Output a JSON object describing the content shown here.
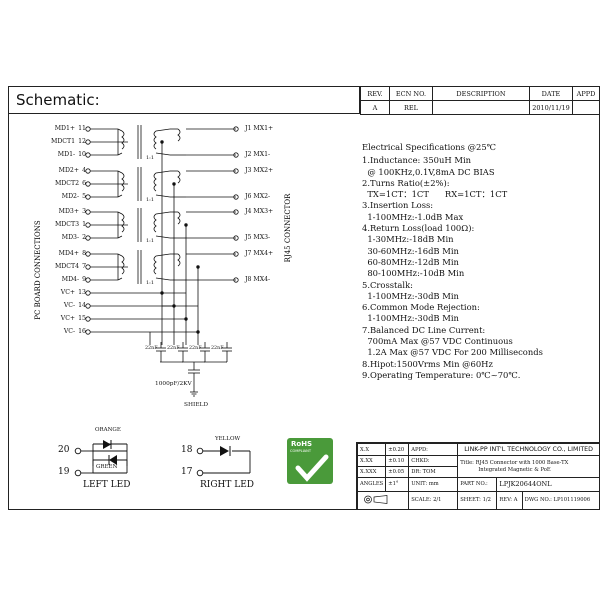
{
  "title": "Schematic:",
  "revision_table": {
    "headers": [
      "REV.",
      "ECN NO.",
      "DESCRIPTION",
      "DATE",
      "APPD"
    ],
    "row": [
      "A",
      "REL",
      "",
      "2010/11/19",
      ""
    ]
  },
  "left_pins": [
    {
      "name": "MD1+",
      "num": "11"
    },
    {
      "name": "MDCT1",
      "num": "12"
    },
    {
      "name": "MD1-",
      "num": "10"
    },
    {
      "name": "MD2+",
      "num": "4"
    },
    {
      "name": "MDCT2",
      "num": "6"
    },
    {
      "name": "MD2-",
      "num": "5"
    },
    {
      "name": "MD3+",
      "num": "3"
    },
    {
      "name": "MDCT3",
      "num": "1"
    },
    {
      "name": "MD3-",
      "num": "2"
    },
    {
      "name": "MD4+",
      "num": "8"
    },
    {
      "name": "MDCT4",
      "num": "7"
    },
    {
      "name": "MD4-",
      "num": "9"
    },
    {
      "name": "VC+",
      "num": "13"
    },
    {
      "name": "VC-",
      "num": "14"
    },
    {
      "name": "VC+",
      "num": "15"
    },
    {
      "name": "VC-",
      "num": "16"
    }
  ],
  "right_pins": [
    {
      "label": "J1  MX1+"
    },
    {
      "label": "J2  MX1-"
    },
    {
      "label": "J3  MX2+"
    },
    {
      "label": "J6  MX2-"
    },
    {
      "label": "J4  MX3+"
    },
    {
      "label": "J5  MX3-"
    },
    {
      "label": "J7  MX4+"
    },
    {
      "label": "J8  MX4-"
    }
  ],
  "transformer_ratio": "1:1",
  "side_labels": {
    "left": "PC BOARD CONNECTIONS",
    "right": "RJ45 CONNECTOR"
  },
  "caps": [
    "22nF",
    "22nF",
    "22nF",
    "22nF"
  ],
  "shield_cap": "1000pF/2KV",
  "shield": "SHIELD",
  "led_left": {
    "pin_a": "20",
    "pin_b": "19",
    "color_top": "ORANGE",
    "color_bottom": "GREEN",
    "label": "LEFT LED"
  },
  "led_right": {
    "pin_a": "18",
    "pin_b": "17",
    "color": "YELLOW",
    "label": "RIGHT LED"
  },
  "rohs": {
    "line1": "RoHS",
    "line2": "COMPLIANT"
  },
  "specs": [
    "Electrical Specifications @25℃",
    "1.Inductance: 350uH Min",
    "  @ 100KHz,0.1V,8mA DC BIAS",
    "2.Turns Ratio(±2%):",
    "  TX=1CT：1CT      RX=1CT：1CT",
    "3.Insertion Loss:",
    "  1-100MHz:-1.0dB Max",
    "4.Return Loss(load 100Ω):",
    "  1-30MHz:-18dB Min",
    "  30-60MHz:-16dB Min",
    "  60-80MHz:-12dB Min",
    "  80-100MHz:-10dB Min",
    "5.Crosstalk:",
    "  1-100MHz:-30dB Min",
    "6.Common Mode Rejection:",
    "  1-100MHz:-30dB Min",
    "7.Balanced DC Line Current:",
    "  700mA Max @57 VDC Continuous",
    "  1.2A Max @57 VDC For 200 Milliseconds",
    "8.Hipot:1500Vrms Min @60Hz",
    "9.Operating Temperature: 0℃~70℃."
  ],
  "title_block": {
    "tol1_k": "X.X",
    "tol1_v": "±0.20",
    "tol2_k": "X.XX",
    "tol2_v": "±0.10",
    "tol3_k": "X.XXX",
    "tol3_v": "±0.05",
    "angle_k": "ANGLES",
    "angle_v": "±1°",
    "appd": "APPD:",
    "chkd": "CHKD:",
    "dr": "DR:",
    "dr_v": "TOM",
    "unit": "UNIT:",
    "unit_v": "mm",
    "company": "LINK-PP INT'L TECHNOLOGY CO., LIMITED",
    "title_k": "Title:",
    "title_v1": "RJ45 Connector with 1000 Base-TX",
    "title_v2": "Integrated Magnetic & PoE",
    "part_k": "PART NO.:",
    "part_v": "LPJK20644ONL",
    "scale_k": "SCALE:",
    "scale_v": "2/1",
    "sheet_k": "SHEET:",
    "sheet_v": "1/2",
    "rev_k": "REV:",
    "rev_v": "A",
    "dwg_k": "DWG NO.:",
    "dwg_v": "LP101119006"
  }
}
